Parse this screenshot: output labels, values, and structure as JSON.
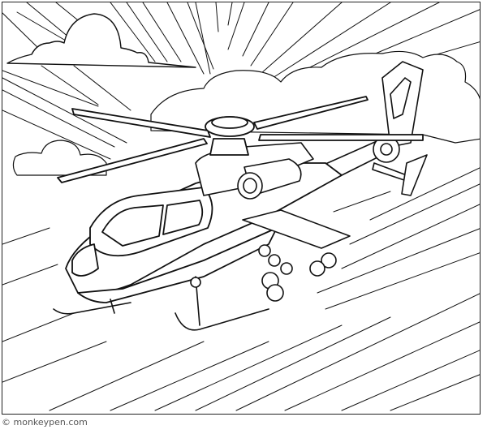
{
  "artwork": {
    "subject": "attack helicopter flying over sun rays and clouds",
    "style": "black line art coloring page",
    "colors": {
      "line": "#111111",
      "background": "#ffffff",
      "watermark": "#555555"
    }
  },
  "watermark": {
    "text": "© monkeypen.com"
  }
}
